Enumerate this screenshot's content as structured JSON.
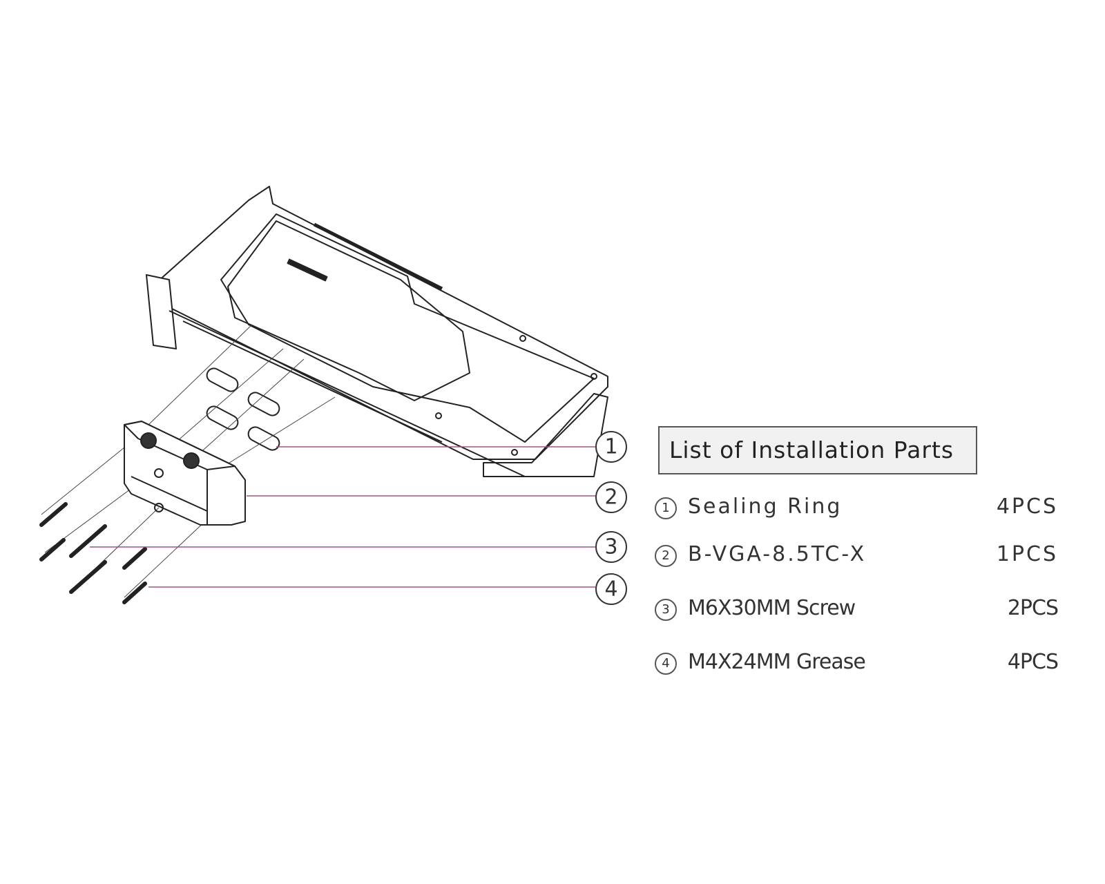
{
  "callouts": [
    "1",
    "2",
    "3",
    "4"
  ],
  "leader_color": "#a0557f",
  "parts_list": {
    "title": "List of Installation Parts",
    "items": [
      {
        "num": "1",
        "name": "Sealing  Ring",
        "qty": "4PCS"
      },
      {
        "num": "2",
        "name": "B-VGA-8.5TC-X",
        "qty": "1PCS"
      },
      {
        "num": "3",
        "name": "M6X30MM Screw",
        "qty": "2PCS"
      },
      {
        "num": "4",
        "name": "M4X24MM Grease",
        "qty": "4PCS"
      }
    ]
  }
}
